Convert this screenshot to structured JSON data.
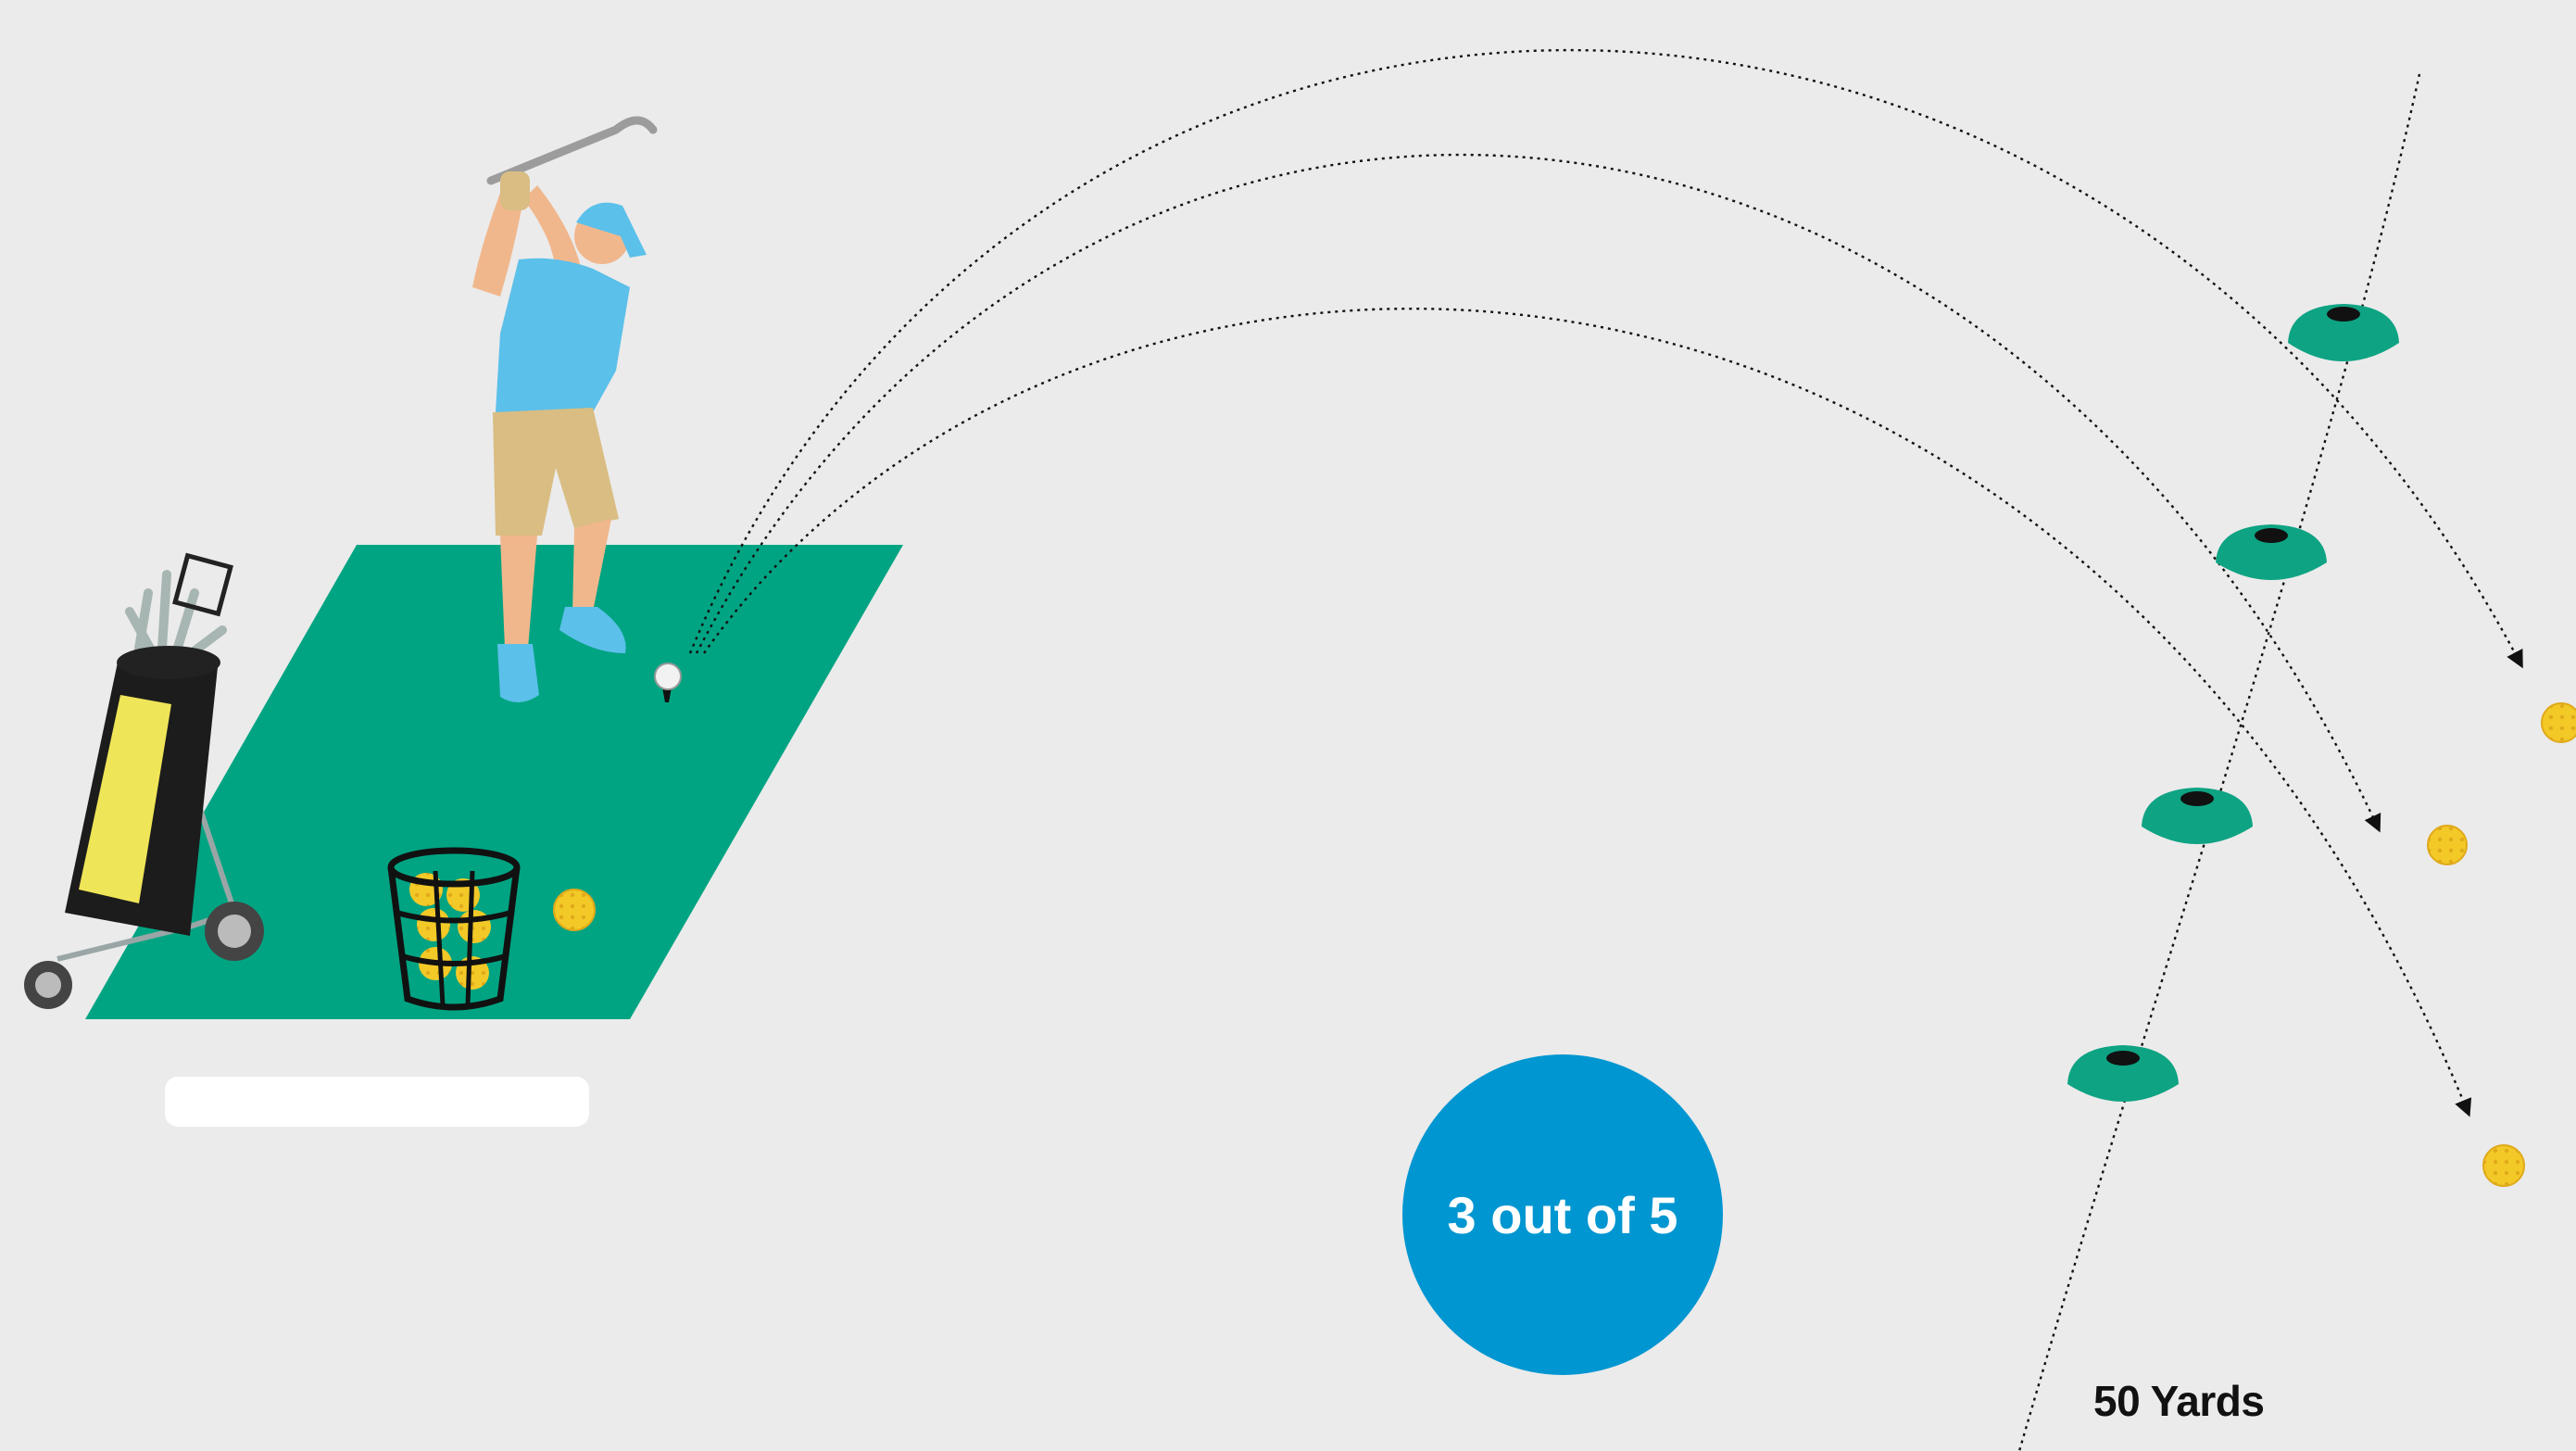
{
  "score": {
    "label": "3 out of 5",
    "made": 3,
    "total": 5
  },
  "distance": {
    "label": "50 Yards"
  },
  "name_field": {
    "value": ""
  },
  "colors": {
    "background": "#ebebeb",
    "turf": "#00a482",
    "cone": "#0ea383",
    "badge": "#0096d1",
    "ball_yellow": "#f3c928",
    "shirt": "#5bc0ea",
    "shorts": "#d9bd82",
    "bag_yellow": "#efe558"
  },
  "icons": {
    "golfer": "golfer-illustration",
    "bag": "golf-bag-icon",
    "basket": "ball-basket-icon",
    "cone": "cone-marker-icon",
    "ball": "golf-ball-icon"
  },
  "shots": {
    "count": 3
  },
  "cones": {
    "count": 4
  }
}
